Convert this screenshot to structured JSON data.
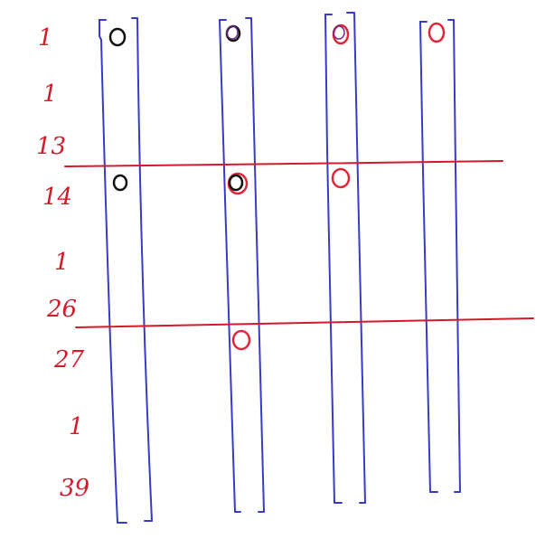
{
  "row_labels": [
    "1",
    "1",
    "13",
    "14",
    "1",
    "26",
    "27",
    "1",
    "39"
  ],
  "colors": {
    "label": "#d11a2a",
    "column_outline": "#3a3ac8",
    "divider": "#d11a2a",
    "marker_black": "#111111",
    "marker_red": "#e0263a",
    "marker_purple": "#6a2a8a"
  }
}
